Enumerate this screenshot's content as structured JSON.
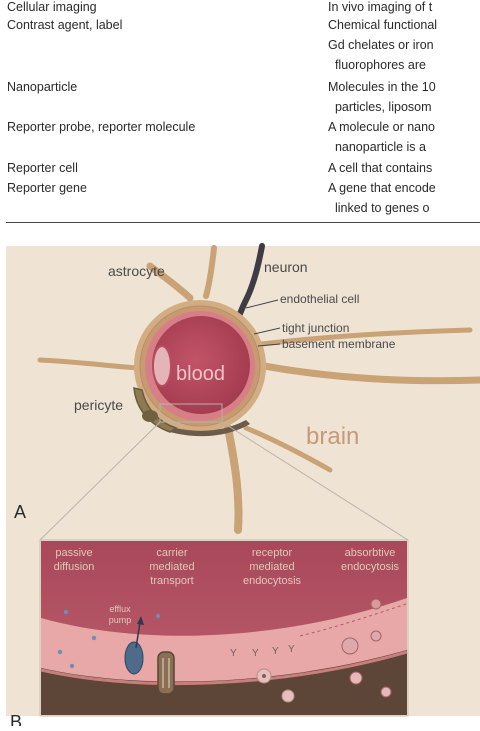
{
  "table": {
    "rows": [
      {
        "term": "Cellular imaging",
        "definition": "In vivo imaging of t"
      },
      {
        "term": "Contrast agent, label",
        "definition": "Chemical functional"
      },
      {
        "term": "",
        "definition": "Gd chelates or iron"
      },
      {
        "term": "",
        "definition": "  fluorophores are"
      },
      {
        "term": "Nanoparticle",
        "definition": "Molecules in the 10"
      },
      {
        "term": "",
        "definition": "  particles, liposom"
      },
      {
        "term": "Reporter probe, reporter molecule",
        "definition": "A molecule or nano"
      },
      {
        "term": "",
        "definition": "  nanoparticle is a"
      },
      {
        "term": "Reporter cell",
        "definition": "A cell that contains"
      },
      {
        "term": "Reporter gene",
        "definition": "A gene that encode"
      },
      {
        "term": "",
        "definition": "  linked to genes o"
      }
    ]
  },
  "figure": {
    "labels": {
      "astrocyte": "astrocyte",
      "neuron": "neuron",
      "endothelial_cell": "endothelial cell",
      "tight_junction": "tight junction",
      "basement_membrane": "basement membrane",
      "blood": "blood",
      "pericyte": "pericyte",
      "brain": "brain",
      "panel_a": "A",
      "panel_b": "B"
    },
    "inset": {
      "col1_line1": "passive",
      "col1_line2": "diffusion",
      "col2_line1": "carrier",
      "col2_line2": "mediated",
      "col2_line3": "transport",
      "col3_line1": "receptor",
      "col3_line2": "mediated",
      "col3_line3": "endocytosis",
      "col4_line1": "absorbtive",
      "col4_line2": "endocytosis",
      "efflux_line1": "efflux",
      "efflux_line2": "pump",
      "receptor_symbol": "Y"
    },
    "colors": {
      "cell": "#c9a276",
      "blood": "#b4495b",
      "lumen_light": "#e6b0b6",
      "inset_top": "#a94a5b",
      "inset_band": "#e9aaa9",
      "inset_bottom": "#5a4236",
      "brain_text": "#c49a7a"
    }
  }
}
